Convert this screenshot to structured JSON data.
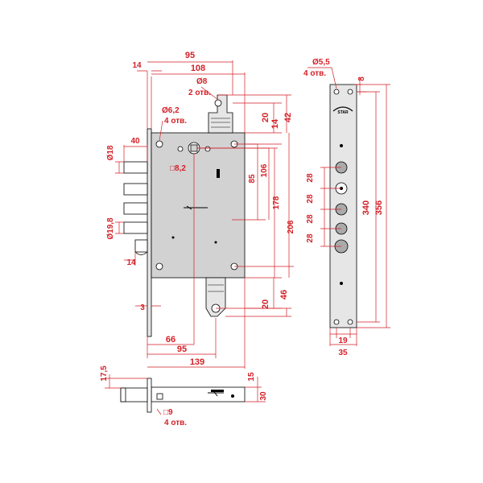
{
  "colors": {
    "dimension": "#d41f26",
    "outline": "#000000",
    "body_fill": "#d2d2d2",
    "plate_fill": "#e6e6e6"
  },
  "brand_logo": "STAR",
  "dims": {
    "top_95": "95",
    "top_14": "14",
    "top_108": "108",
    "d8": "Ø8",
    "otv2": "2 отв.",
    "d62": "Ø6,2",
    "otv4_a": "4 отв.",
    "v20_top": "20",
    "v42": "42",
    "v14": "14",
    "h40": "40",
    "d18": "Ø18",
    "sq82": "□8,2",
    "v106": "106",
    "v85": "85",
    "v178": "178",
    "v206": "206",
    "d198": "Ø19,8",
    "h14_left": "14",
    "h3": "3",
    "v20_bot": "20",
    "v46": "46",
    "h66": "66",
    "h95_bot": "95",
    "h139": "139",
    "v175": "17,5",
    "v15": "15",
    "v30": "30",
    "sq9": "□9",
    "otv4_b": "4 отв.",
    "d55": "Ø5,5",
    "otv4_c": "4 отв.",
    "v8": "8",
    "v340": "340",
    "v356": "356",
    "v28_1": "28",
    "v28_2": "28",
    "v28_3": "28",
    "v28_4": "28",
    "h19": "19",
    "h35": "35"
  }
}
